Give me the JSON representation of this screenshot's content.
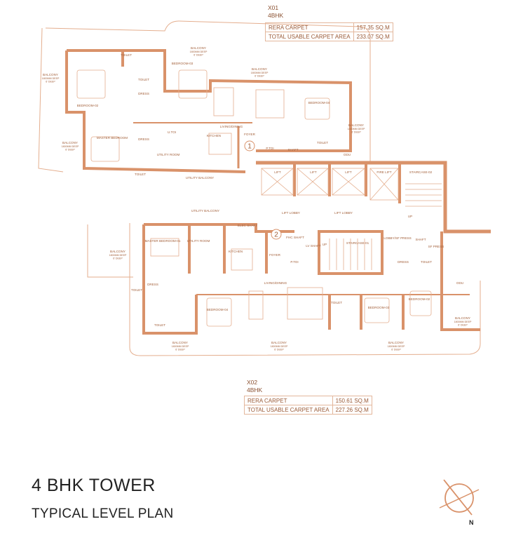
{
  "unit_x01": {
    "code": "X01",
    "type": "4BHK",
    "rows": [
      {
        "label": "RERA CARPET",
        "value": "157.35 SQ.M"
      },
      {
        "label": "TOTAL USABLE CARPET AREA",
        "value": "233.07 SQ.M"
      }
    ]
  },
  "unit_x02": {
    "code": "X02",
    "type": "4BHK",
    "rows": [
      {
        "label": "RERA CARPET",
        "value": "150.61 SQ.M"
      },
      {
        "label": "TOTAL USABLE CARPET AREA",
        "value": "227.26 SQ.M"
      }
    ]
  },
  "title": "4 BHK TOWER",
  "subtitle": "TYPICAL LEVEL PLAN",
  "compass_label": "N",
  "colors": {
    "wall": "#d9926a",
    "line": "#e4ae8e",
    "text": "#a25f39"
  },
  "balcony_depth": [
    "1800MM DEEP",
    "6' DEEP"
  ],
  "markers": [
    "1",
    "2"
  ],
  "rooms": [
    "BALCONY",
    "BALCONY",
    "BEDROOM-02",
    "TOILET",
    "TOILET",
    "DRESS",
    "BEDROOM-03",
    "BALCONY",
    "LIVING/DINING",
    "BEDROOM-04",
    "BALCONY",
    "FOYER",
    "P.TOI",
    "SHAFT",
    "TOILET",
    "ODU",
    "MASTER BEDROOM",
    "DRESS",
    "U.TOI",
    "UTILITY ROOM",
    "KITCHEN",
    "UTILITY BALCONY",
    "TOILET",
    "BALCONY",
    "LIFT",
    "LIFT",
    "LIFT",
    "FIRE LIFT",
    "STAIRCASE-02",
    "LIFT LOBBY",
    "LIFT LOBBY",
    "STAIRCASE-01",
    "LOBBY/SF PRESS",
    "SHAFT",
    "SF PRESS",
    "UP",
    "UP",
    "UTILITY BALCONY",
    "ELEC SHAFT",
    "FHC SHAFT",
    "LV SHAFT",
    "MASTER BEDROOM-01",
    "UTILITY ROOM",
    "KITCHEN",
    "FOYER",
    "P.TOI",
    "BALCONY",
    "LIVING/DINING",
    "TOILET",
    "DRESS",
    "BEDROOM-04",
    "TOILET",
    "BEDROOM-03",
    "BEDROOM-02",
    "DRESS",
    "TOILET",
    "ODU",
    "BALCONY",
    "TOILET",
    "BALCONY",
    "BALCONY",
    "BALCONY"
  ]
}
